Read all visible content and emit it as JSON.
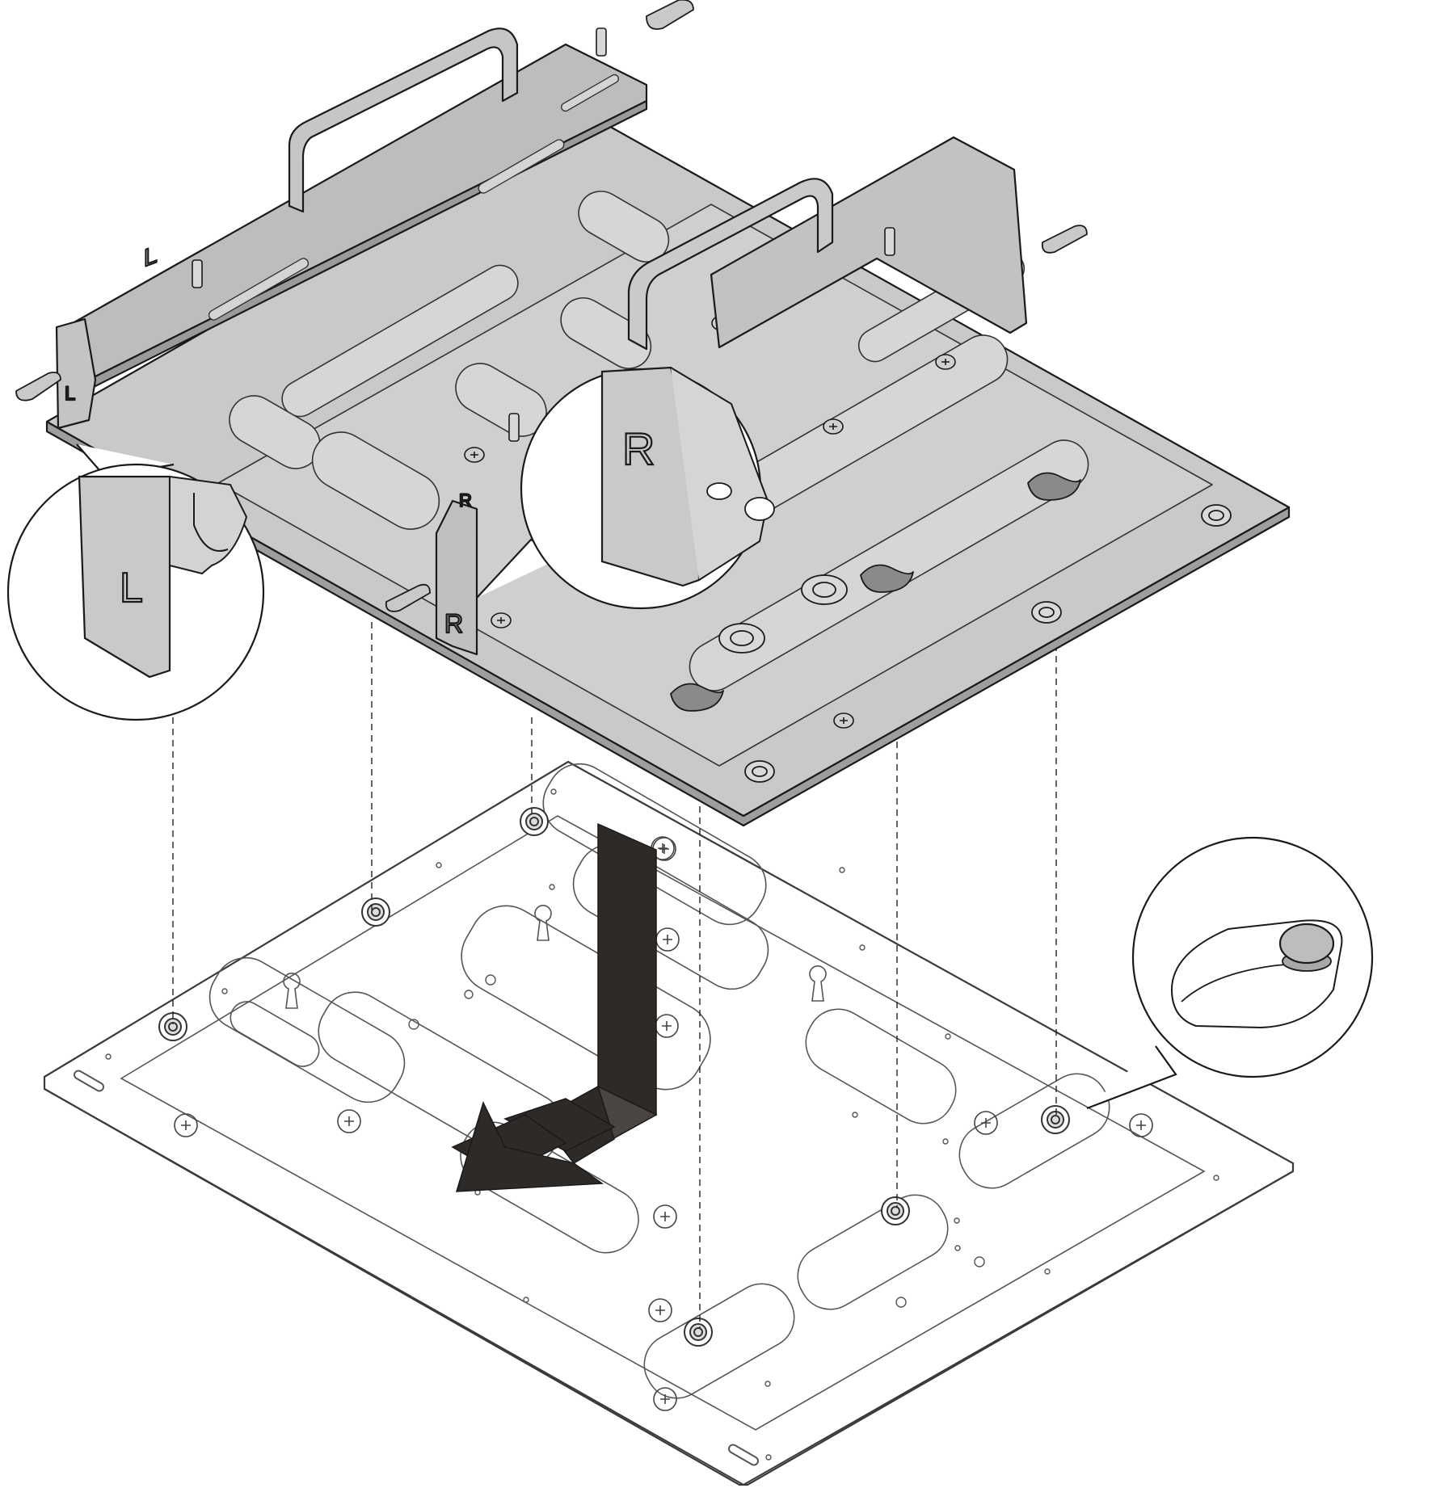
{
  "figure": {
    "labels": {
      "left_marker": "L",
      "right_marker": "R",
      "callout_left": "L",
      "callout_right": "R"
    },
    "colors": {
      "metal_fill": "#c9c9c9",
      "metal_light": "#dedede",
      "outline": "#1a1a1a",
      "base_outline": "#3a3a3a",
      "arrow": "#2e2a28",
      "background": "#ffffff",
      "pin_cap": "#bdbdbd"
    },
    "icons": {
      "direction": "down-then-left-arrow",
      "guide": "dashed-alignment-line"
    }
  }
}
